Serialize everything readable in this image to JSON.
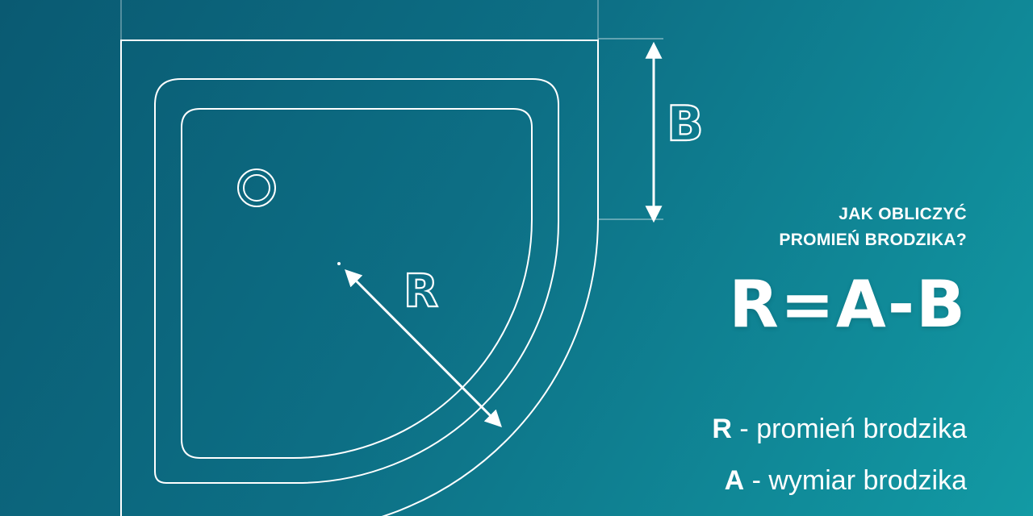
{
  "diagram": {
    "label_b": "B",
    "label_r": "R"
  },
  "info": {
    "question_line1": "JAK OBLICZYĆ",
    "question_line2": "PROMIEŃ BRODZIKA?",
    "formula": "R=A-B"
  },
  "legend": [
    {
      "symbol": "R",
      "separator": " - ",
      "text": "promień brodzika"
    },
    {
      "symbol": "A",
      "separator": " - ",
      "text": "wymiar brodzika"
    }
  ],
  "colors": {
    "line": "#ffffff",
    "background_start": "#0a5a72",
    "background_end": "#129aa4"
  }
}
